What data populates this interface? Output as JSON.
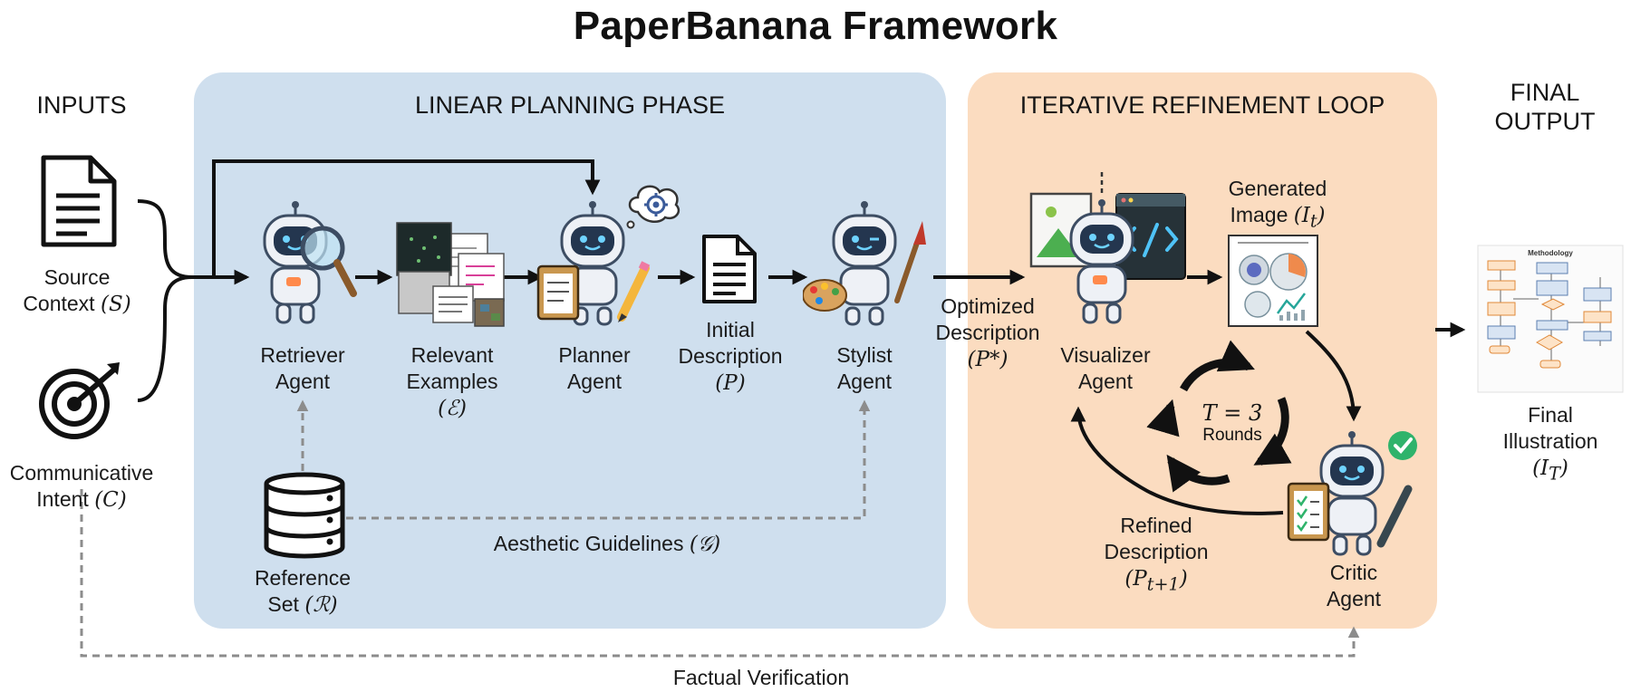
{
  "title": "PaperBanana Framework",
  "sections": {
    "inputs": "INPUTS",
    "linear": "LINEAR PLANNING PHASE",
    "loop": "ITERATIVE REFINEMENT LOOP",
    "final_line1": "FINAL",
    "final_line2": "OUTPUT"
  },
  "nodes": {
    "source": {
      "line1": "Source",
      "line2": "Context",
      "sym": "(S)"
    },
    "intent": {
      "line1": "Communicative",
      "line2": "Intent",
      "sym": "(C)"
    },
    "retriever": {
      "line1": "Retriever",
      "line2": "Agent"
    },
    "examples": {
      "line1": "Relevant",
      "line2": "Examples",
      "sym": "(ℰ)"
    },
    "planner": {
      "line1": "Planner",
      "line2": "Agent"
    },
    "initial": {
      "line1": "Initial",
      "line2": "Description",
      "sym": "(P)"
    },
    "stylist": {
      "line1": "Stylist",
      "line2": "Agent"
    },
    "optimized": {
      "line1": "Optimized",
      "line2": "Description",
      "sym": "(P*)"
    },
    "reference": {
      "line1": "Reference",
      "line2": "Set",
      "sym": "(ℛ)"
    },
    "guidelines": {
      "text": "Aesthetic Guidelines",
      "sym": "(𝒢)"
    },
    "visualizer": {
      "line1": "Visualizer",
      "line2": "Agent"
    },
    "generated": {
      "line1": "Generated",
      "line2": "Image",
      "sym": "(I",
      "sub": "t",
      "close": ")"
    },
    "rounds": {
      "line1": "T = 3",
      "line2": "Rounds"
    },
    "refined": {
      "line1": "Refined",
      "line2": "Description",
      "sym": "(P",
      "sub": "t+1",
      "close": ")"
    },
    "critic": {
      "line1": "Critic",
      "line2": "Agent"
    },
    "final": {
      "line1": "Final",
      "line2": "Illustration",
      "sym": "(I",
      "sub": "T",
      "close": ")"
    }
  },
  "factual": "Factual Verification",
  "thumb_title": "Methodology",
  "colors": {
    "linear_bg": "#cfdfee",
    "loop_bg": "#fbdcc0",
    "dashed": "#8c8c8c",
    "check": "#2fb36b"
  }
}
